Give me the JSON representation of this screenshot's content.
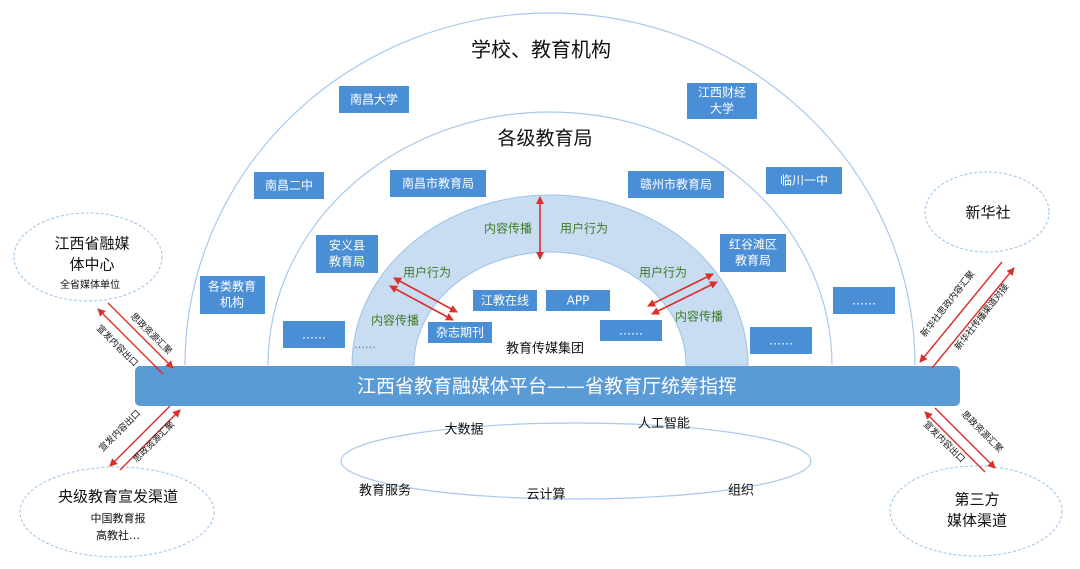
{
  "outer_title": "学校、教育机构",
  "middle_title": "各级教育局",
  "outer_boxes": {
    "nanchang_univ": "南昌大学",
    "jx_finance_univ_line1": "江西财经",
    "jx_finance_univ_line2": "大学",
    "nanchang_no2": "南昌二中",
    "linchuan_no1": "临川一中",
    "misc_edu_line1": "各类教育",
    "misc_edu_line2": "机构",
    "ellipsis_right": "……"
  },
  "middle_boxes": {
    "nanchang_bureau": "南昌市教育局",
    "ganzhou_bureau": "赣州市教育局",
    "anyi_line1": "安义县",
    "anyi_line2": "教育局",
    "honggu_line1": "红谷滩区",
    "honggu_line2": "教育局",
    "ellipsis_left": "……",
    "ellipsis_right": "……"
  },
  "inner_ring": {
    "content_spread_top": "内容传播",
    "user_behavior_top": "用户行为",
    "user_behavior_left": "用户行为",
    "content_spread_left": "内容传播",
    "user_behavior_right": "用户行为",
    "content_spread_right": "内容传播",
    "ellipsis_left": "……"
  },
  "inner_boxes": {
    "jiangjiao": "江教在线",
    "app": "APP",
    "magazine": "杂志期刊",
    "ellipsis": "……"
  },
  "group_label": "教育传媒集团",
  "platform_bar": "江西省教育融媒体平台——省教育厅统筹指挥",
  "ellipse": {
    "big_data": "大数据",
    "ai": "人工智能",
    "edu_service": "教育服务",
    "cloud": "云计算",
    "organization": "组织"
  },
  "clouds": {
    "jx_center_line1": "江西省融媒",
    "jx_center_line2": "体中心",
    "jx_center_sub": "全省媒体单位",
    "xinhua": "新华社",
    "central_line1": "央级教育宣发渠道",
    "central_line2": "中国教育报",
    "central_line3": "高教社…",
    "third_line1": "第三方",
    "third_line2": "媒体渠道"
  },
  "arrow_labels": {
    "ul_a": "思政资源汇聚",
    "ul_b": "宣发内容出口",
    "ll_a": "宣发内容出口",
    "ll_b": "思政资源汇聚",
    "ur_a": "新华社思政内容汇聚",
    "ur_b": "新华社传播渠道对接",
    "lr_a": "思政资源汇聚",
    "lr_b": "宣发内容出口"
  },
  "colors": {
    "box_blue": "#4a8fd6",
    "platform_blue": "#5b9bd5",
    "ring_fill": "#c9ddf2",
    "ring_stroke": "#9cc3e8",
    "arrow_red": "#d8312d",
    "label_green": "#3d7a2a"
  }
}
